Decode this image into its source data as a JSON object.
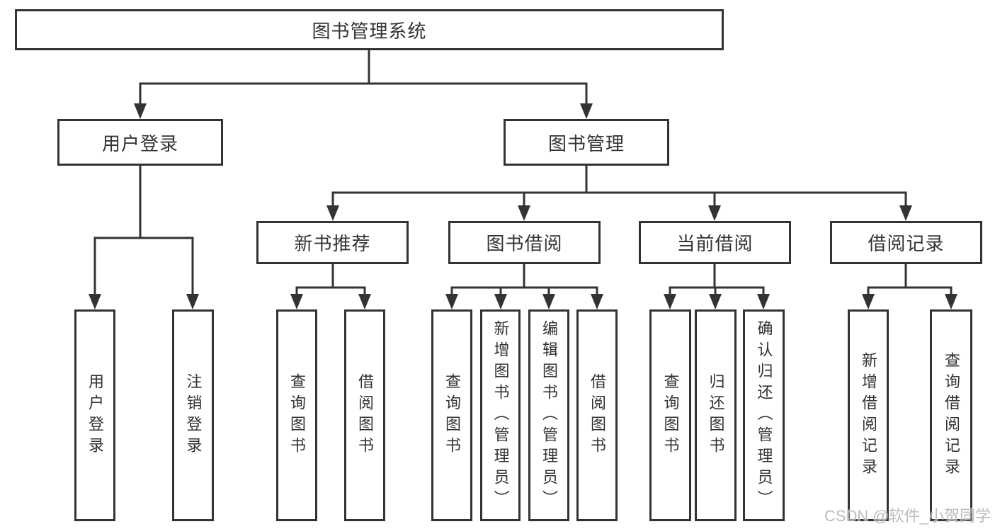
{
  "diagram": {
    "type": "hierarchy-diagram",
    "tree": {
      "label": "图书管理系统",
      "children": [
        {
          "label": "用户登录",
          "children": [
            {
              "label": "用户登录"
            },
            {
              "label": "注销登录"
            }
          ]
        },
        {
          "label": "图书管理",
          "children": [
            {
              "label": "新书推荐",
              "children": [
                {
                  "label": "查询图书"
                },
                {
                  "label": "借阅图书"
                }
              ]
            },
            {
              "label": "图书借阅",
              "children": [
                {
                  "label": "查询图书"
                },
                {
                  "label": "新增图书（管理员）"
                },
                {
                  "label": "编辑图书（管理员）"
                },
                {
                  "label": "借阅图书"
                }
              ]
            },
            {
              "label": "当前借阅",
              "children": [
                {
                  "label": "查询图书"
                },
                {
                  "label": "归还图书"
                },
                {
                  "label": "确认归还（管理员）"
                }
              ]
            },
            {
              "label": "借阅记录",
              "children": [
                {
                  "label": "新增借阅记录"
                },
                {
                  "label": "查询借阅记录"
                }
              ]
            }
          ]
        }
      ]
    },
    "colors": {
      "line": "#333333",
      "text": "#333333",
      "box_background": "#ffffff",
      "watermark": "#b5b5b5"
    }
  },
  "watermark": {
    "text": "CSDN @软件_小贺同学"
  }
}
